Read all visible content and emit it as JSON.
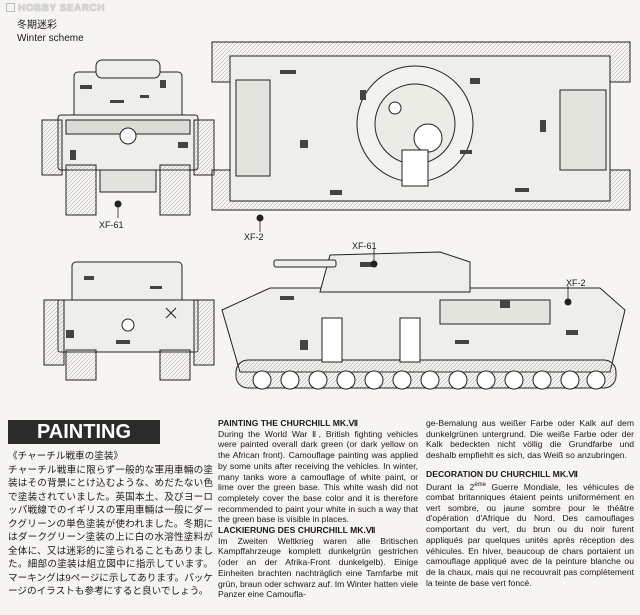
{
  "watermark": "HOBBY SEARCH",
  "scheme_title_jp": "冬期迷彩",
  "scheme_title_en": "Winter scheme",
  "callouts": {
    "xf61_front": "XF-61",
    "xf2_top": "XF-2",
    "xf61_side": "XF-61",
    "xf2_side": "XF-2"
  },
  "painting_title": "PAINTING",
  "jp_heading": "《チャーチル戦車の塗装》",
  "jp_body": "チャーチル戦車に限らず一般的な軍用車輛の塗装はその背景にとけ込むような、めだたない色で塗装されていました。英国本土、及びヨーロッパ戦線でのイギリスの軍用車輛は一般にダークグリーンの単色塗装が使われました。冬期にはダークグリーン塗装の上に白の水溶性塗料が全体に、又は迷彩的に塗られることもありました。細部の塗装は組立図中に指示しています。マーキングは9ページに示してあります。パッケージのイラストも参考にすると良いでしょう。",
  "en_heading": "PAINTING THE CHURCHILL MK.Ⅶ",
  "en_body": "During the World War Ⅱ, British fighting vehicles were painted overall dark green (or dark yellow on the African front). Camouflage painting was applied by some units after receiving the vehicles. In winter, many tanks wore a camouflage of white paint, or lime over the green base. This white wash did not completely cover the base color and it is therefore recommended to paint your white in such a way that the green base is visible in places.",
  "de_heading": "LACKIERUNG DES CHURCHILL MK.Ⅶ",
  "de_body": "Im Zweiten Weltkrieg waren alle Britischen Kampffahrzeuge komplett dunkelgrün gestrichen (oder an der Afrika-Front dunkelgelb). Einige Einheiten brachten nachträglich eine Tarnfarbe mit grün, braun oder schwarz auf. Im Winter hatten viele Panzer eine Camoufla-",
  "de_body_cont": "ge-Bemalung aus weißer Farbe oder Kalk auf dem dunkelgrünen untergrund. Die weiße Farbe oder der Kalk bedeckten nicht völlig die Grundfarbe und deshalb empfiehlt es sich, das Weiß so anzubringen.",
  "fr_heading": "DECORATION DU CHURCHILL MK.Ⅶ",
  "fr_body_pre": "Durant la 2",
  "fr_sup": "ème",
  "fr_body": " Guerre Mondiale, les véhicules de combat britanniques étaient peints uniformément en vert sombre, ou jaune sombre pour le théâtre d'opération d'Afrique du Nord. Des camouflages comportant du vert, du brun ou du noir furent appliqués par quelques unités après réception des véhicules. En hiver, beaucoup de chars portaient un camouflage appliqué avec de la peinture blanche ou de la chaux, mais qui ne recouvrait pas complètement la teinte de base vert foncé."
}
